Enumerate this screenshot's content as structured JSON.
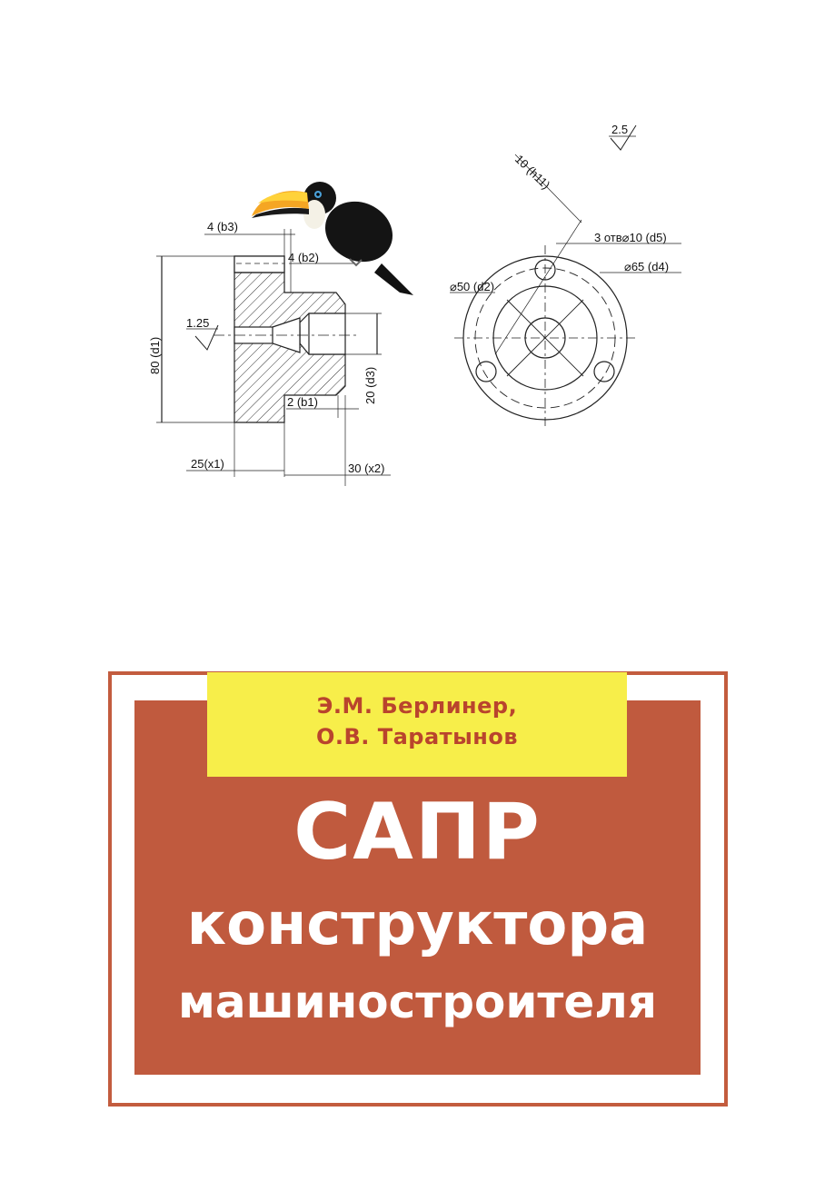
{
  "authors": [
    "Э.М. Берлинер,",
    "О.В. Таратынов"
  ],
  "title_lines": [
    "САПР",
    "конструктора",
    "машиностроителя"
  ],
  "colors": {
    "red": "#c05a3e",
    "yellow": "#f7ee4a",
    "author_text": "#b9442d"
  },
  "drawing_labels": {
    "b3": "4 (b3)",
    "b2": "4 (b2)",
    "b1": "2 (b1)",
    "d1": "80 (d1)",
    "d3": "20 (d3)",
    "rough_left": "1.25",
    "x1": "25(x1)",
    "x2": "30 (x2)",
    "rough_top": "2.5",
    "h11": "10 (h11)",
    "d5": "3 отв⌀10 (d5)",
    "d4": "⌀65 (d4)",
    "d2": "⌀50 (d2)"
  },
  "illustration": "toucan"
}
